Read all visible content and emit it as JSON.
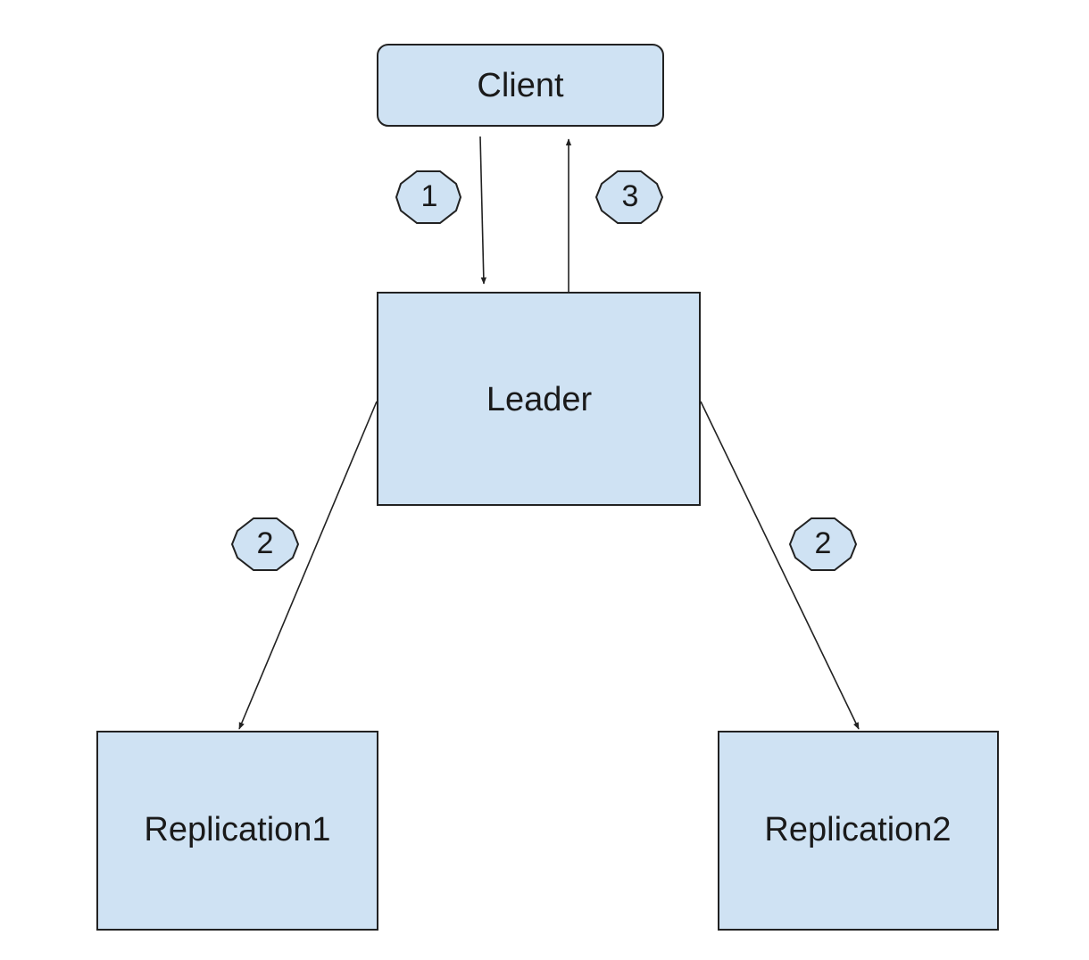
{
  "colors": {
    "node_fill": "#cfe2f3",
    "stroke": "#222222",
    "text": "#1a1a1a",
    "background": "#ffffff"
  },
  "nodes": {
    "client": {
      "label": "Client"
    },
    "leader": {
      "label": "Leader"
    },
    "replication1": {
      "label": "Replication1"
    },
    "replication2": {
      "label": "Replication2"
    }
  },
  "edges": [
    {
      "from": "client",
      "to": "leader",
      "step": "1"
    },
    {
      "from": "leader",
      "to": "replication1",
      "step": "2"
    },
    {
      "from": "leader",
      "to": "replication2",
      "step": "2"
    },
    {
      "from": "leader",
      "to": "client",
      "step": "3"
    }
  ],
  "badges": {
    "step1": "1",
    "step2_left": "2",
    "step2_right": "2",
    "step3": "3"
  }
}
